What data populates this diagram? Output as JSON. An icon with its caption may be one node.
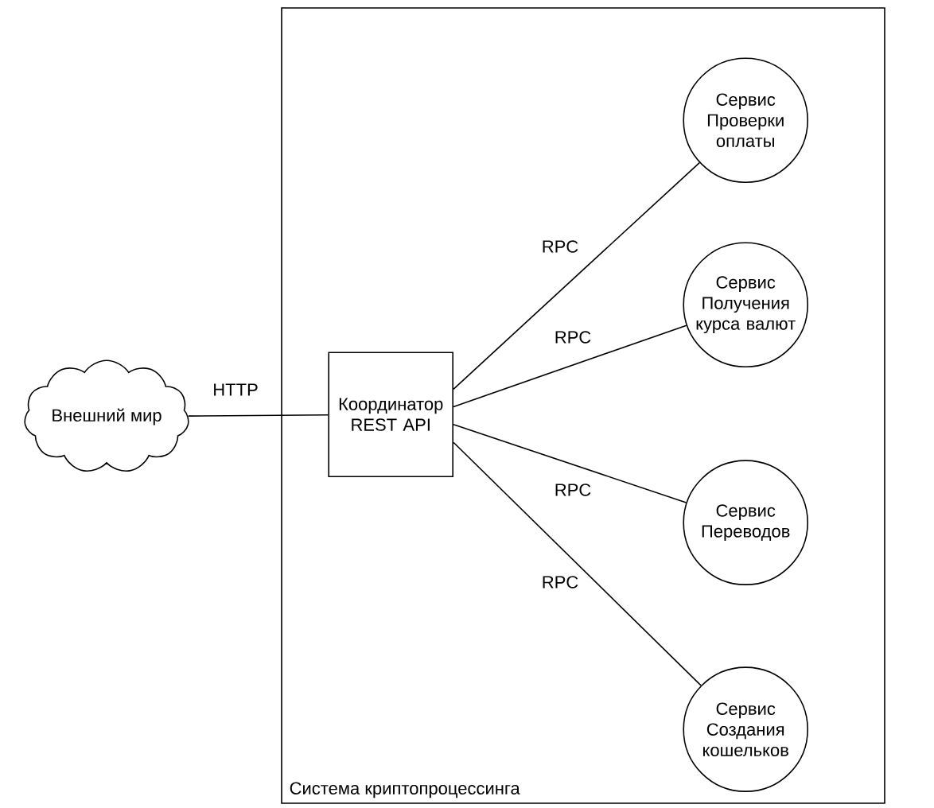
{
  "diagram": {
    "nodes": [
      {
        "text": [
          "Внешний мир"
        ]
      },
      {
        "text": [
          "Система криптопроцессинга"
        ]
      },
      {
        "text": [
          "Координатор REST API"
        ],
        "in": 1
      },
      {
        "text": [
          "Сервис Проверки оплаты"
        ],
        "in": 1
      },
      {
        "text": [
          "Сервис Получения курса валют"
        ],
        "in": 1
      },
      {
        "text": [
          "Сервис Переводов"
        ],
        "in": 1
      },
      {
        "text": [
          "Сервис Создания кошельков"
        ],
        "in": 1
      }
    ],
    "edges": [
      {
        "from": 0,
        "to": 2,
        "arrow": "none",
        "label": "HTTP"
      },
      {
        "from": 2,
        "to": 3,
        "arrow": "none",
        "label": "RPC"
      },
      {
        "from": 2,
        "to": 4,
        "arrow": "none",
        "label": "RPC"
      },
      {
        "from": 2,
        "to": 5,
        "arrow": "none",
        "label": "RPC"
      },
      {
        "from": 2,
        "to": 6,
        "arrow": "none",
        "label": "RPC"
      }
    ]
  }
}
